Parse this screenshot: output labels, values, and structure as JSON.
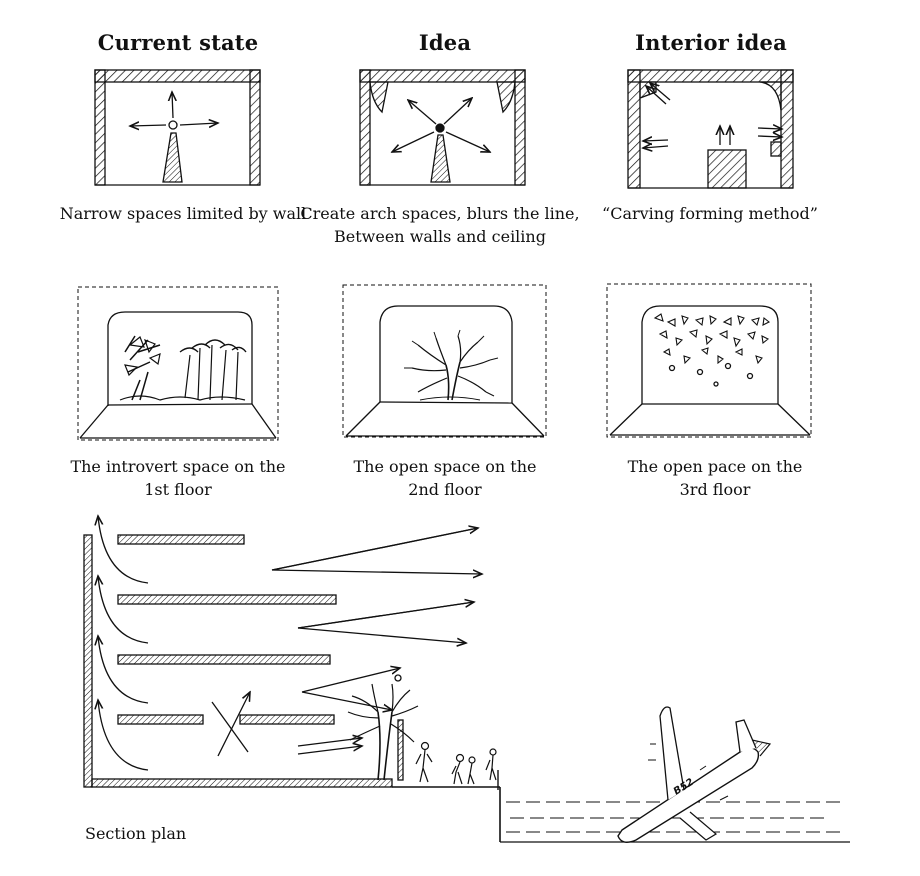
{
  "titles": {
    "current_state": "Current state",
    "idea": "Idea",
    "interior_idea": "Interior idea"
  },
  "captions": {
    "current_state": [
      "Narrow spaces limited by wall"
    ],
    "idea": [
      "Create arch spaces, blurs the line,",
      "Between walls and ceiling"
    ],
    "interior_idea": [
      "“Carving forming method”"
    ],
    "floor1": [
      "The introvert space on the",
      "1st floor"
    ],
    "floor2": [
      "The open space on the",
      "2nd floor"
    ],
    "floor3": [
      "The open pace on the",
      "3rd floor"
    ]
  },
  "section_label": "Section plan",
  "plane_marking": "B52"
}
